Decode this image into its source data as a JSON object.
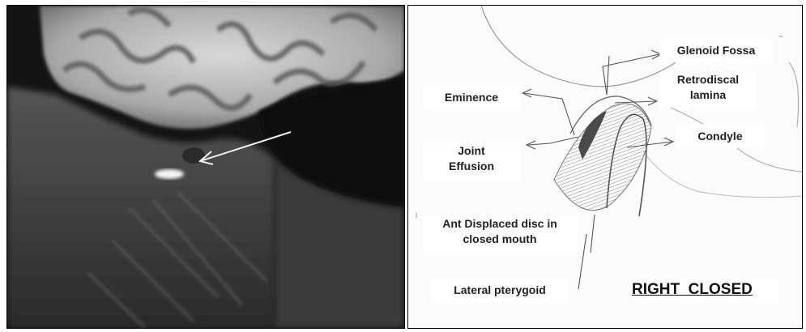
{
  "labels": {
    "glenoid_fossa": "Glenoid Fossa",
    "retrodiscal_line1": "Retrodiscal",
    "retrodiscal_line2": "lamina",
    "eminence": "Eminence",
    "condyle": "Condyle",
    "joint_line1": "Joint",
    "joint_line2": "Effusion",
    "disc_line1": "Ant Displaced disc in",
    "disc_line2": "closed mouth",
    "lateral_pterygoid": "Lateral pterygoid"
  },
  "title": "RIGHT  CLOSED"
}
